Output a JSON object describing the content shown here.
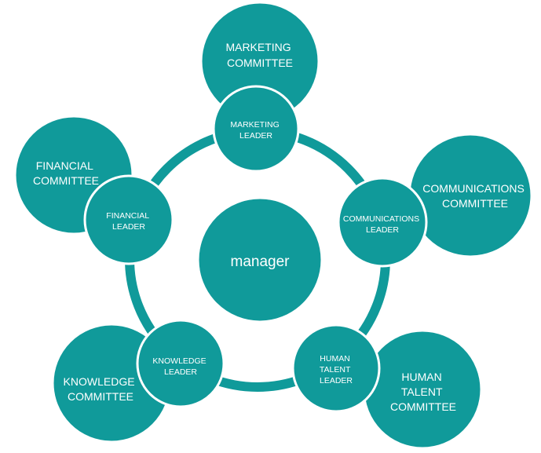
{
  "colors": {
    "circle_fill": "#109a9a",
    "ring_stroke": "#109a9a",
    "circle_border": "#ffffff",
    "text": "#ffffff",
    "background": "#ffffff"
  },
  "center": {
    "label": "manager"
  },
  "committees": [
    {
      "id": "marketing",
      "lines": [
        "MARKETING",
        "COMMITTEE"
      ]
    },
    {
      "id": "communications",
      "lines": [
        "COMMUNICATIONS",
        "COMMITTEE"
      ]
    },
    {
      "id": "human-talent",
      "lines": [
        "HUMAN",
        "TALENT",
        "COMMITTEE"
      ]
    },
    {
      "id": "knowledge",
      "lines": [
        "KNOWLEDGE",
        "COMMITTEE"
      ]
    },
    {
      "id": "financial",
      "lines": [
        "FINANCIAL",
        "COMMITTEE"
      ]
    }
  ],
  "leaders": [
    {
      "id": "marketing",
      "lines": [
        "MARKETING",
        "LEADER"
      ]
    },
    {
      "id": "communications",
      "lines": [
        "COMMUNICATIONS",
        "LEADER"
      ]
    },
    {
      "id": "human-talent",
      "lines": [
        "HUMAN",
        "TALENT",
        "LEADER"
      ]
    },
    {
      "id": "knowledge",
      "lines": [
        "KNOWLEDGE",
        "LEADER"
      ]
    },
    {
      "id": "financial",
      "lines": [
        "FINANCIAL",
        "LEADER"
      ]
    }
  ]
}
